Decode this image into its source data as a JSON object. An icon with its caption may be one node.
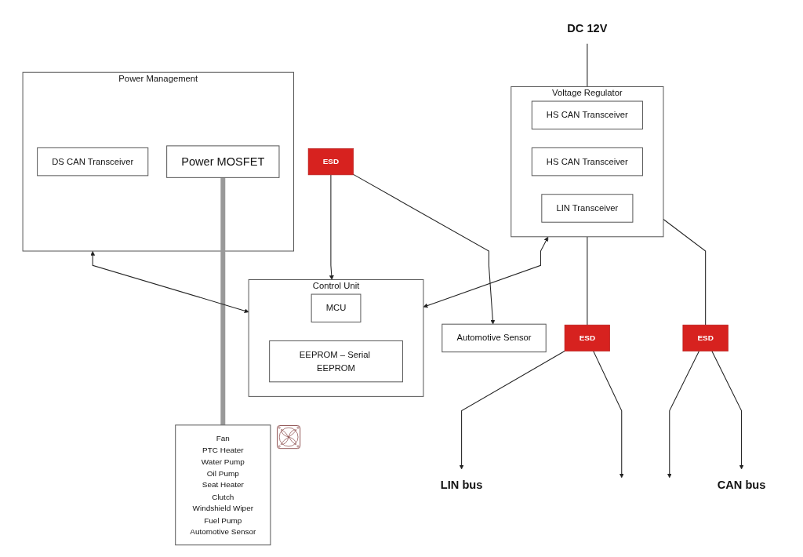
{
  "diagram": {
    "nodes": [
      {
        "text": [
          "DC 12V"
        ]
      },
      {
        "text": [
          "Voltage Regulator"
        ]
      },
      {
        "text": [
          "HS CAN Transceiver"
        ],
        "in": 1
      },
      {
        "text": [
          "HS CAN Transceiver"
        ],
        "in": 1
      },
      {
        "text": [
          "LIN Transceiver"
        ],
        "in": 1
      },
      {
        "text": [
          "CAN bus"
        ]
      },
      {
        "text": [
          "ESD"
        ]
      },
      {
        "text": [
          "LIN bus"
        ]
      },
      {
        "text": [
          "ESD"
        ]
      },
      {
        "text": [
          "Power Management"
        ]
      },
      {
        "text": [
          "DS CAN Transceiver"
        ],
        "in": 9
      },
      {
        "text": [
          "Power MOSFET"
        ],
        "in": 9
      },
      {
        "text": [
          "Control Unit"
        ]
      },
      {
        "text": [
          "MCU"
        ],
        "in": 12
      },
      {
        "text": [
          "EEPROM – Serial EEPROM"
        ],
        "in": 12
      },
      {
        "text": [
          "Automotive Sensor"
        ]
      },
      {
        "text": [
          "ESD"
        ]
      },
      {
        "text": [
          "Fan",
          "PTC Heater",
          "Water Pump",
          "Oil Pump",
          "Seat Heater",
          "Clutch",
          "Windshield Wiper",
          "Fuel Pump",
          "Automotive Sensor"
        ]
      }
    ],
    "edges": [
      {
        "from": 0,
        "to": 1,
        "arrow": "none"
      },
      {
        "from": 6,
        "to": 5,
        "arrow": "to"
      },
      {
        "from": 6,
        "to": null,
        "arrow": "to"
      },
      {
        "from": 1,
        "to": 6,
        "arrow": "none"
      },
      {
        "from": 8,
        "to": null,
        "arrow": "to"
      },
      {
        "from": 8,
        "to": 7,
        "arrow": "to"
      },
      {
        "from": 1,
        "to": 8,
        "arrow": "none"
      },
      {
        "from": 1,
        "to": 12,
        "arrow": "both"
      },
      {
        "from": 9,
        "to": 12,
        "arrow": "both"
      },
      {
        "from": 11,
        "to": 17,
        "arrow": "none",
        "style": "thick",
        "color": "#999999"
      },
      {
        "from": 16,
        "to": 15,
        "arrow": "to"
      },
      {
        "from": 16,
        "to": 12,
        "arrow": "to"
      }
    ]
  }
}
